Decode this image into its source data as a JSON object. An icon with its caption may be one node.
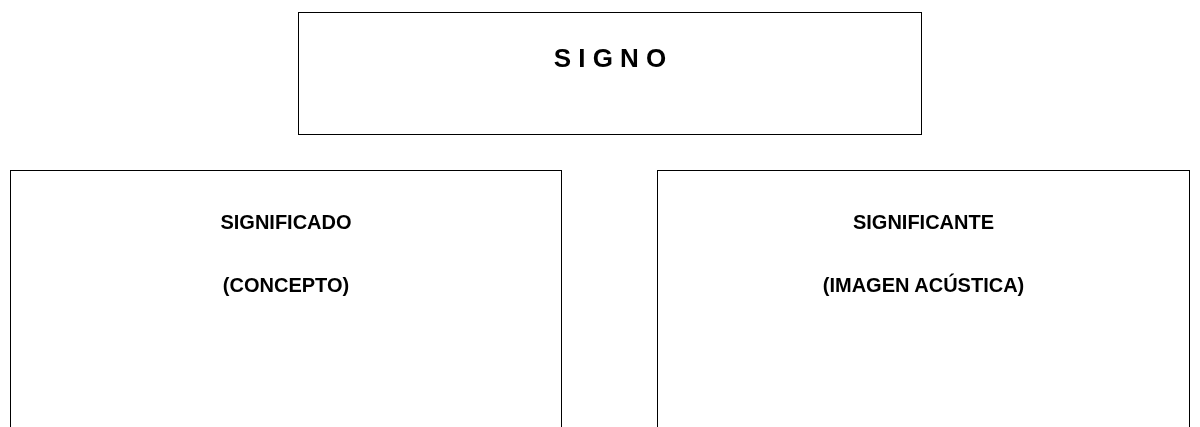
{
  "diagram": {
    "nodes": [
      {
        "text": [
          "S I G N O"
        ]
      },
      {
        "text": [
          "SIGNIFICADO",
          "(CONCEPTO)"
        ]
      },
      {
        "text": [
          "SIGNIFICANTE",
          "(IMAGEN ACÚSTICA)"
        ]
      }
    ]
  }
}
